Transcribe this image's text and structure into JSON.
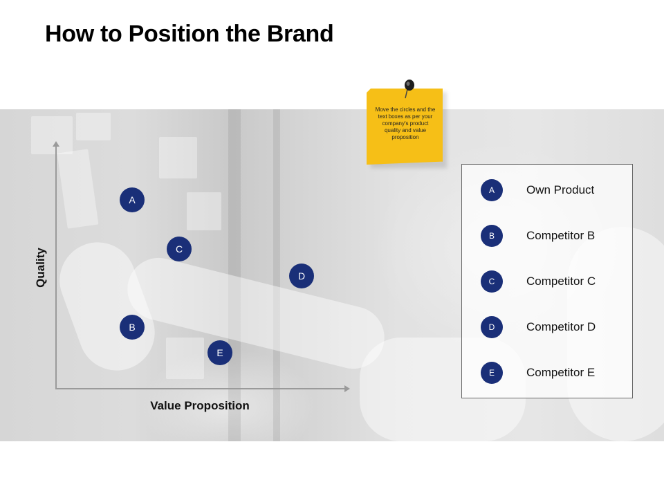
{
  "slide": {
    "title": "How to Position the Brand"
  },
  "chart": {
    "ylabel": "Quality",
    "xlabel": "Value Proposition",
    "points": [
      {
        "label": "A"
      },
      {
        "label": "C"
      },
      {
        "label": "D"
      },
      {
        "label": "B"
      },
      {
        "label": "E"
      }
    ]
  },
  "legend": {
    "items": [
      {
        "marker": "A",
        "label": "Own Product"
      },
      {
        "marker": "B",
        "label": "Competitor B"
      },
      {
        "marker": "C",
        "label": "Competitor C"
      },
      {
        "marker": "D",
        "label": "Competitor D"
      },
      {
        "marker": "E",
        "label": "Competitor E"
      }
    ]
  },
  "sticky_note": {
    "text": "Move the circles and the text boxes as per your company's product quality and value proposition",
    "icon": "pushpin-icon"
  },
  "colors": {
    "marker": "#1a2f78",
    "sticky": "#f6bf17"
  }
}
